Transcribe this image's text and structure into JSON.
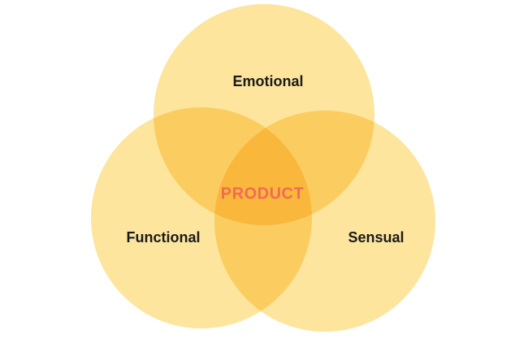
{
  "diagram": {
    "type": "venn",
    "sets": [
      {
        "key": "emotional",
        "label": "Emotional"
      },
      {
        "key": "functional",
        "label": "Functional"
      },
      {
        "key": "sensual",
        "label": "Sensual"
      }
    ],
    "intersection_label": "PRODUCT"
  },
  "colors": {
    "circle_fill": "#fde08c",
    "set_label": "#1a1a1a",
    "intersection_label": "#f26a56"
  }
}
